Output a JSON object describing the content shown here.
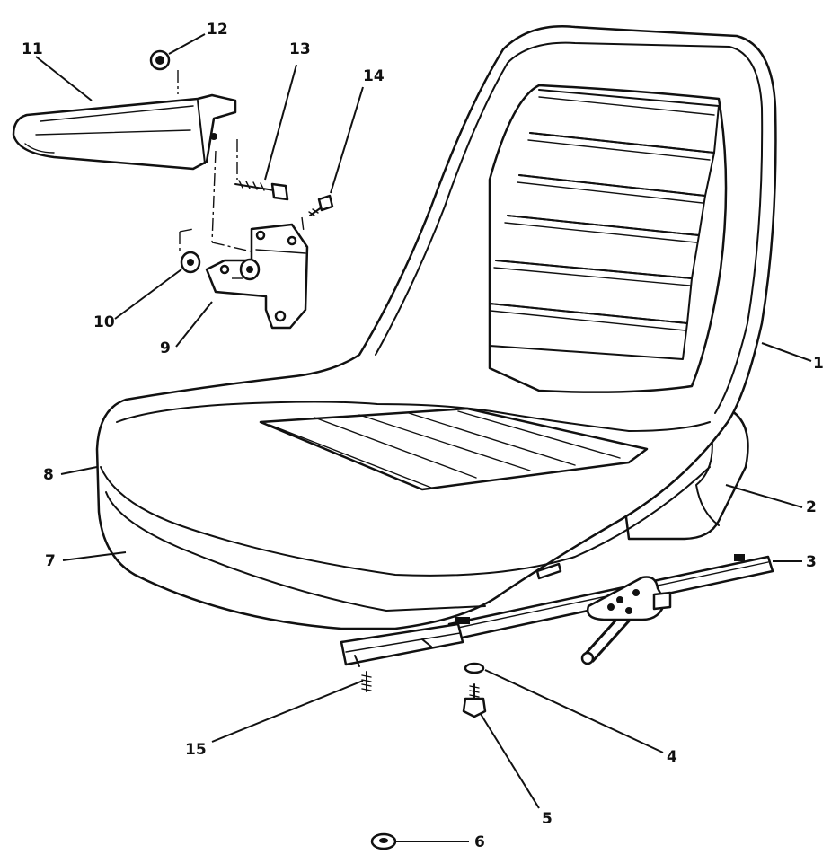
{
  "callouts": [
    {
      "id": "c1",
      "label": "1"
    },
    {
      "id": "c2",
      "label": "2"
    },
    {
      "id": "c3",
      "label": "3"
    },
    {
      "id": "c4",
      "label": "4"
    },
    {
      "id": "c5",
      "label": "5"
    },
    {
      "id": "c6",
      "label": "6"
    },
    {
      "id": "c7",
      "label": "7"
    },
    {
      "id": "c8",
      "label": "8"
    },
    {
      "id": "c9",
      "label": "9"
    },
    {
      "id": "c10",
      "label": "10"
    },
    {
      "id": "c11",
      "label": "11"
    },
    {
      "id": "c12",
      "label": "12"
    },
    {
      "id": "c13",
      "label": "13"
    },
    {
      "id": "c14",
      "label": "14"
    },
    {
      "id": "c15",
      "label": "15"
    }
  ],
  "colors": {
    "line": "#111111",
    "background": "#ffffff"
  }
}
